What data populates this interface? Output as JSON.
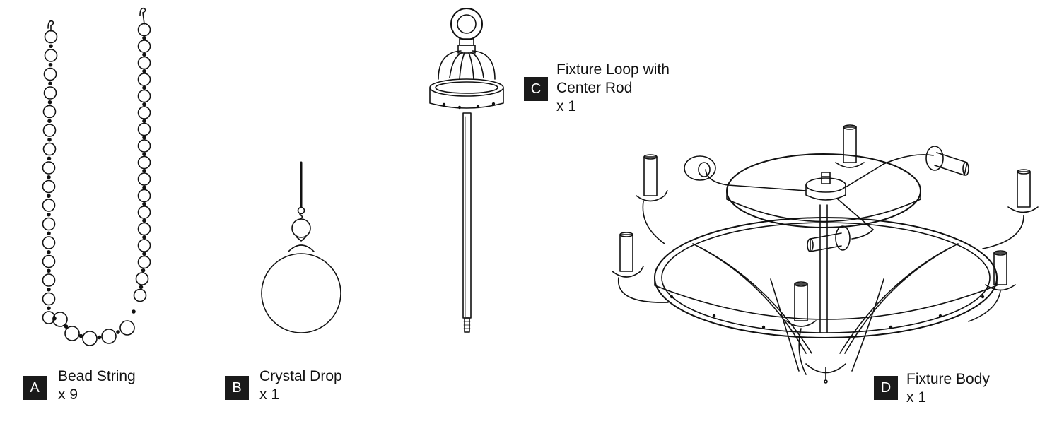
{
  "parts": [
    {
      "letter": "A",
      "lines": [
        "Bead String",
        "x 9"
      ],
      "icon": "bead-string"
    },
    {
      "letter": "B",
      "lines": [
        "Crystal Drop",
        "x 1"
      ],
      "icon": "crystal-drop"
    },
    {
      "letter": "C",
      "lines": [
        "Fixture Loop with",
        "Center Rod",
        "x 1"
      ],
      "icon": "fixture-loop-rod"
    },
    {
      "letter": "D",
      "lines": [
        "Fixture Body",
        "x 1"
      ],
      "icon": "chandelier-body"
    }
  ]
}
